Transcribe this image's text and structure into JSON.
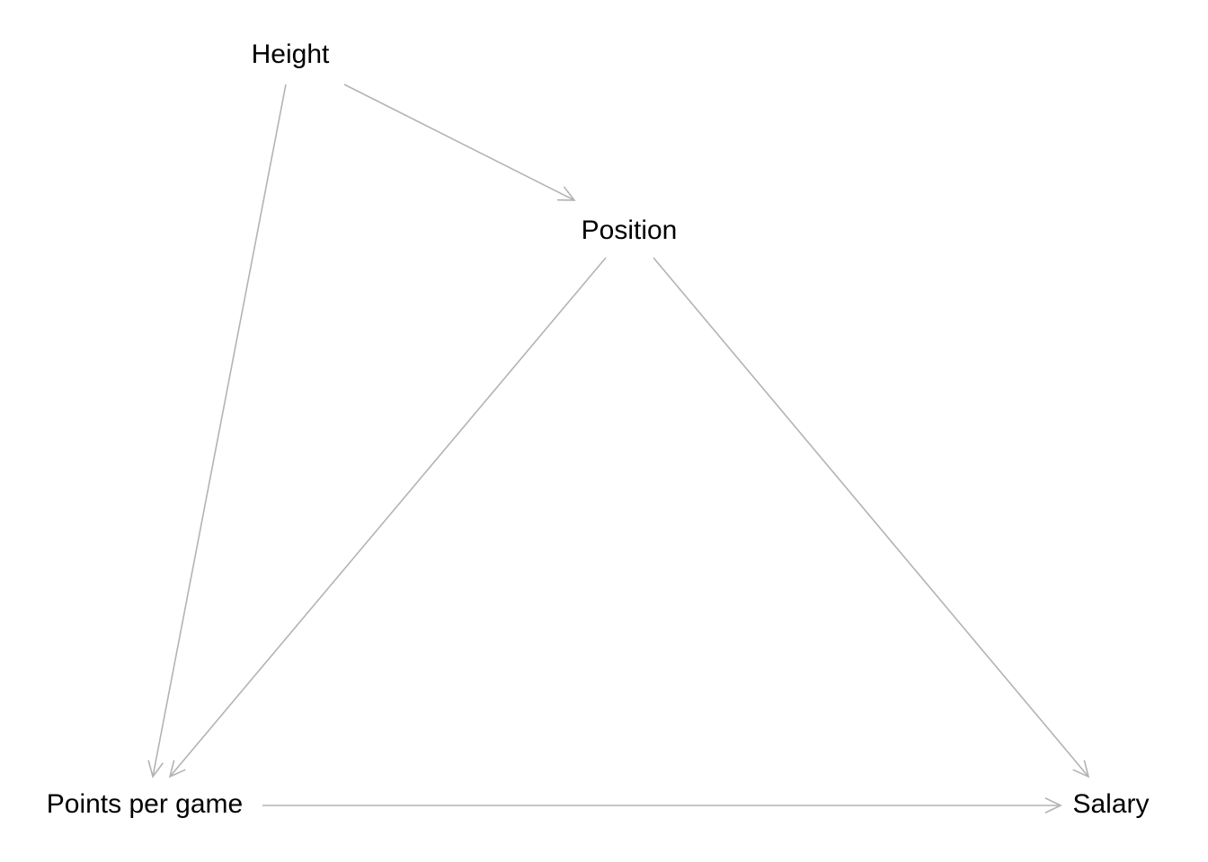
{
  "diagram": {
    "type": "directed-acyclic-graph",
    "edge_color": "#b3b3b3",
    "text_color": "#000000",
    "nodes": [
      {
        "id": "height",
        "label": "Height"
      },
      {
        "id": "position",
        "label": "Position"
      },
      {
        "id": "points",
        "label": "Points per game"
      },
      {
        "id": "salary",
        "label": "Salary"
      }
    ],
    "edges": [
      {
        "from": "height",
        "to": "position"
      },
      {
        "from": "height",
        "to": "points"
      },
      {
        "from": "position",
        "to": "points"
      },
      {
        "from": "position",
        "to": "salary"
      },
      {
        "from": "points",
        "to": "salary"
      }
    ]
  }
}
